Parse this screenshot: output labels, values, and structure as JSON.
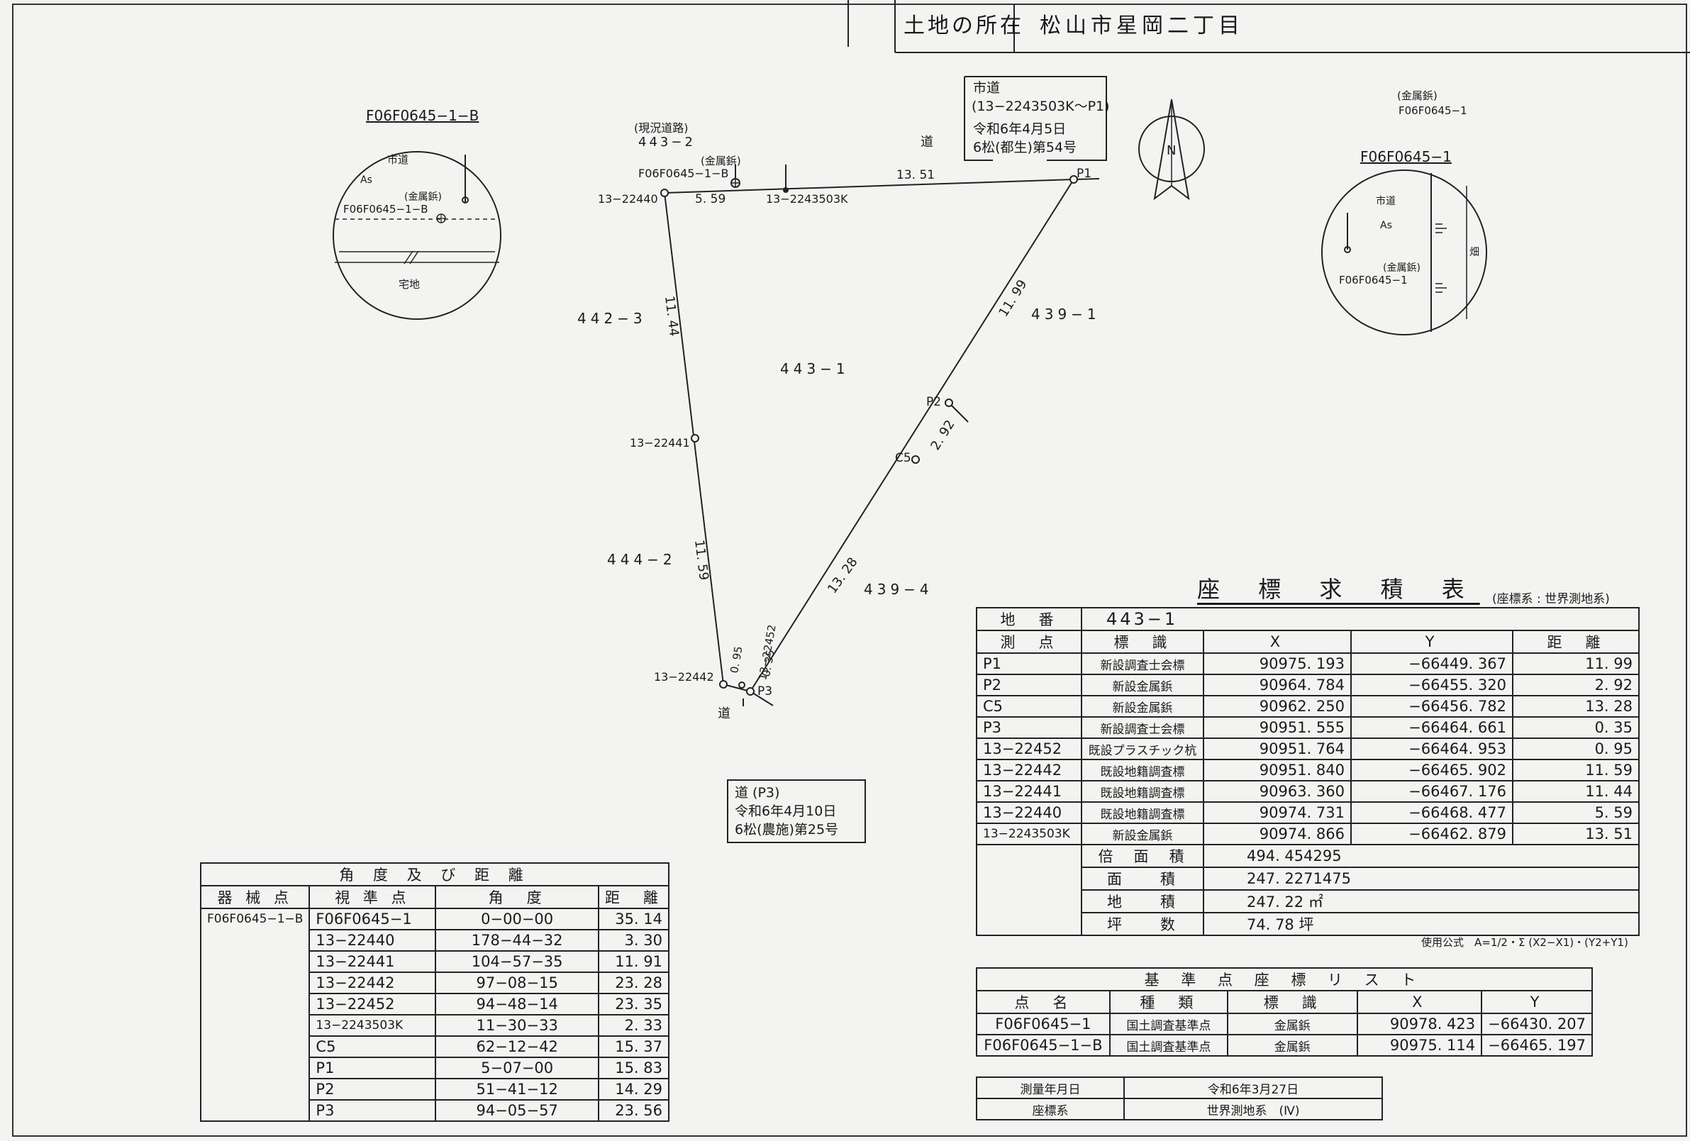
{
  "header": {
    "location_label": "土地の所在",
    "location_value": "松山市星岡二丁目"
  },
  "plot": {
    "north_label": "N",
    "parcel_center": "443−1",
    "neighbors": [
      "442−3",
      "444−2",
      "439−1",
      "439−4",
      "443−2"
    ],
    "road_top": "道",
    "road_bottom": "道",
    "current_road": "(現況道路)",
    "points": {
      "p1": "P1",
      "p2": "P2",
      "c5": "C5",
      "p3": "P3",
      "n22440": "13−22440",
      "n22441": "13−22441",
      "n22442": "13−22442",
      "n22452": "13−22452",
      "n2243503k": "13−2243503K",
      "bench": "F06F0645−1−B",
      "bench_kind": "(金属鋲)"
    },
    "distances": {
      "d1351": "13. 51",
      "d559": "5. 59",
      "d1199": "11. 99",
      "d292": "2. 92",
      "d1328": "13. 28",
      "d035": "0. 35",
      "d095": "0. 95",
      "d1159": "11. 59",
      "d1144": "11. 44"
    },
    "note_city": {
      "l1": "市道",
      "l2": "(13−2243503K〜P1)",
      "l3": "令和6年4月5日",
      "l4": "6松(都生)第54号"
    },
    "note_road": {
      "l1": "道 (P3)",
      "l2": "令和6年4月10日",
      "l3": "6松(農施)第25号"
    }
  },
  "inset_left": {
    "title": "F06F0645−1−B",
    "label_road": "市道",
    "label_as": "As",
    "marker_kind": "(金属鋲)",
    "marker": "F06F0645−1−B",
    "label_res": "宅地"
  },
  "inset_right": {
    "title": "F06F0645−1",
    "top_kind": "(金属鋲)",
    "top_marker": "F06F0645−1",
    "label_road": "市道",
    "label_as": "As",
    "marker_kind": "(金属鋲)",
    "marker": "F06F0645−1",
    "label_field": "畑"
  },
  "coord_table": {
    "title": "座 標 求 積 表",
    "system_note": "(座標系 : 世界測地系)",
    "lot_label": "地　番",
    "lot_value": "443−1",
    "headers": [
      "測　点",
      "標　識",
      "X",
      "Y",
      "距　離"
    ],
    "rows": [
      [
        "P1",
        "新設調査士会標",
        "90975. 193",
        "−66449. 367",
        "11. 99"
      ],
      [
        "P2",
        "新設金属鋲",
        "90964. 784",
        "−66455. 320",
        "2. 92"
      ],
      [
        "C5",
        "新設金属鋲",
        "90962. 250",
        "−66456. 782",
        "13. 28"
      ],
      [
        "P3",
        "新設調査士会標",
        "90951. 555",
        "−66464. 661",
        "0. 35"
      ],
      [
        "13−22452",
        "既設プラスチック杭",
        "90951. 764",
        "−66464. 953",
        "0. 95"
      ],
      [
        "13−22442",
        "既設地籍調査標",
        "90951. 840",
        "−66465. 902",
        "11. 59"
      ],
      [
        "13−22441",
        "既設地籍調査標",
        "90963. 360",
        "−66467. 176",
        "11. 44"
      ],
      [
        "13−22440",
        "既設地籍調査標",
        "90974. 731",
        "−66468. 477",
        "5. 59"
      ],
      [
        "13−2243503K",
        "新設金属鋲",
        "90974. 866",
        "−66462. 879",
        "13. 51"
      ]
    ],
    "summary": [
      {
        "label": "倍　面　積",
        "value": "494. 454295"
      },
      {
        "label": "面　　積",
        "value": "247. 2271475"
      },
      {
        "label": "地　　積",
        "value": "247. 22 ㎡"
      },
      {
        "label": "坪　　数",
        "value": "74. 78 坪"
      }
    ],
    "formula": "使用公式　A=1/2・Σ (X2−X1)・(Y2+Y1)"
  },
  "angle_table": {
    "title": "角 度 及 び 距 離",
    "headers": [
      "器 械 点",
      "視 準 点",
      "角　度",
      "距　離"
    ],
    "station": "F06F0645−1−B",
    "rows": [
      [
        "F06F0645−1",
        "0−00−00",
        "35. 14"
      ],
      [
        "13−22440",
        "178−44−32",
        "3. 30"
      ],
      [
        "13−22441",
        "104−57−35",
        "11. 91"
      ],
      [
        "13−22442",
        "97−08−15",
        "23. 28"
      ],
      [
        "13−22452",
        "94−48−14",
        "23. 35"
      ],
      [
        "13−2243503K",
        "11−30−33",
        "2. 33"
      ],
      [
        "C5",
        "62−12−42",
        "15. 37"
      ],
      [
        "P1",
        "5−07−00",
        "15. 83"
      ],
      [
        "P2",
        "51−41−12",
        "14. 29"
      ],
      [
        "P3",
        "94−05−57",
        "23. 56"
      ]
    ]
  },
  "ref_table": {
    "title": "基 準 点 座 標 リ ス ト",
    "headers": [
      "点　名",
      "種　類",
      "標　識",
      "X",
      "Y"
    ],
    "rows": [
      [
        "F06F0645−1",
        "国土調査基準点",
        "金属鋲",
        "90978. 423",
        "−66430. 207"
      ],
      [
        "F06F0645−1−B",
        "国土調査基準点",
        "金属鋲",
        "90975. 114",
        "−66465. 197"
      ]
    ]
  },
  "survey_info": {
    "date_label": "測量年月日",
    "date_value": "令和6年3月27日",
    "system_label": "座標系",
    "system_value": "世界測地系　(Ⅳ)"
  }
}
